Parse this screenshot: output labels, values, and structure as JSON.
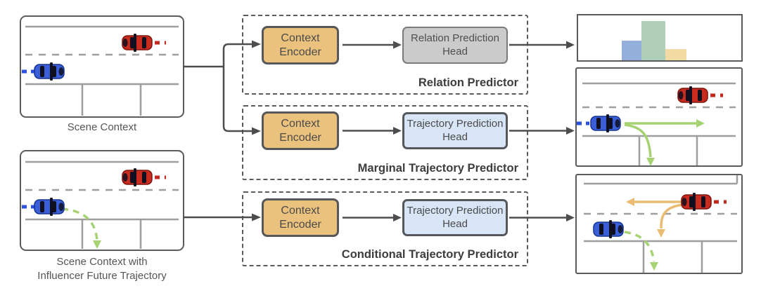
{
  "colors": {
    "arrow": "#4D4D4D",
    "road_line": "#9E9E9E",
    "box_border": "#5B5B5B",
    "blue_car": "#3B5FD9",
    "blue_car_dark": "#16348F",
    "blue_history": "#2B50E0",
    "red_car": "#C92B1F",
    "red_car_dark": "#7E150D",
    "red_history": "#C3271D",
    "green_trajectory": "#A6D273",
    "orange_trajectory": "#E9BC72",
    "encoder_fill": "#EBC27D",
    "encoder_border": "#57575A",
    "relation_head_fill": "#CBCBCB",
    "relation_head_border": "#7A7A7A",
    "trajectory_head_fill": "#D7E5F6",
    "trajectory_head_border": "#54575C"
  },
  "scenes": {
    "context": {
      "label": "Scene Context"
    },
    "context_with_influencer": {
      "label_line1": "Scene Context with",
      "label_line2": "Influencer Future Trajectory"
    }
  },
  "predictors": {
    "relation": {
      "title": "Relation Predictor",
      "encoder_label": "Context Encoder",
      "head_label": "Relation Prediction Head"
    },
    "marginal": {
      "title": "Marginal Trajectory Predictor",
      "encoder_label": "Context Encoder",
      "head_label": "Trajectory Prediction Head"
    },
    "conditional": {
      "title": "Conditional Trajectory Predictor",
      "encoder_label": "Context Encoder",
      "head_label": "Trajectory Prediction Head"
    }
  },
  "outputs": {
    "relation_histogram": {
      "type": "bar",
      "bars": [
        {
          "name": "blue",
          "color": "#94AFDC",
          "height": 28
        },
        {
          "name": "green",
          "color": "#AFCFBA",
          "height": 56
        },
        {
          "name": "tan",
          "color": "#F2DBA2",
          "height": 16
        }
      ]
    }
  }
}
